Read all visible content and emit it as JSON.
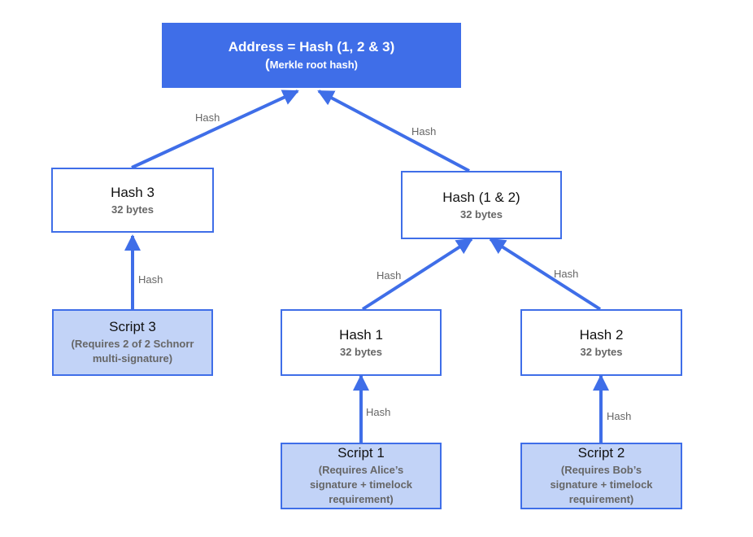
{
  "colors": {
    "accent": "#3f6ee8",
    "script_fill": "#c2d3f7",
    "label": "#666666"
  },
  "root": {
    "title": "Address = Hash (1, 2 & 3)",
    "paren": "(",
    "subtitle": "Merkle root hash)"
  },
  "hash3": {
    "title": "Hash 3",
    "subtitle": "32 bytes"
  },
  "hash12": {
    "title": "Hash (1 & 2)",
    "subtitle": "32 bytes"
  },
  "hash1": {
    "title": "Hash 1",
    "subtitle": "32 bytes"
  },
  "hash2": {
    "title": "Hash 2",
    "subtitle": "32 bytes"
  },
  "script3": {
    "title": "Script 3",
    "lines": [
      "(Requires 2 of 2 Schnorr",
      "multi-signature)"
    ]
  },
  "script1": {
    "title": "Script 1",
    "lines": [
      "(Requires Alice’s",
      "signature + timelock",
      "requirement)"
    ]
  },
  "script2": {
    "title": "Script 2",
    "lines": [
      "(Requires Bob’s",
      "signature + timelock",
      "requirement)"
    ]
  },
  "edge_labels": {
    "hash3_to_root": "Hash",
    "hash12_to_root": "Hash",
    "script3_to_hash3": "Hash",
    "hash1_to_hash12": "Hash",
    "hash2_to_hash12": "Hash",
    "script1_to_hash1": "Hash",
    "script2_to_hash2": "Hash"
  }
}
